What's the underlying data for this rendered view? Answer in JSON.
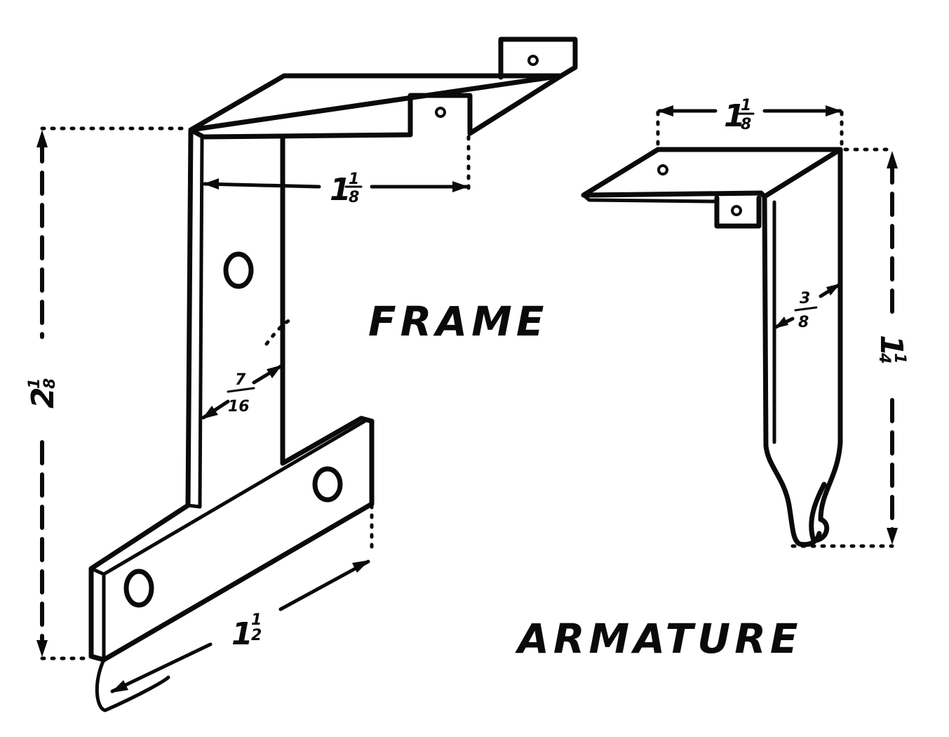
{
  "labels": {
    "frame": "FRAME",
    "armature": "ARMATURE"
  },
  "dimensions": {
    "frame_height": {
      "whole": "2",
      "num": "1",
      "den": "8"
    },
    "frame_top_width": {
      "whole": "1",
      "num": "1",
      "den": "8"
    },
    "frame_strip_width": {
      "num": "7",
      "den": "16"
    },
    "frame_foot_length": {
      "whole": "1",
      "num": "1",
      "den": "2"
    },
    "armature_top_width": {
      "whole": "1",
      "num": "1",
      "den": "8"
    },
    "armature_strip_width": {
      "num": "3",
      "den": "8"
    },
    "armature_height": {
      "whole": "1",
      "num": "1",
      "den": "4"
    }
  },
  "colors": {
    "ink": "#0a0a0a",
    "paper": "#ffffff"
  }
}
